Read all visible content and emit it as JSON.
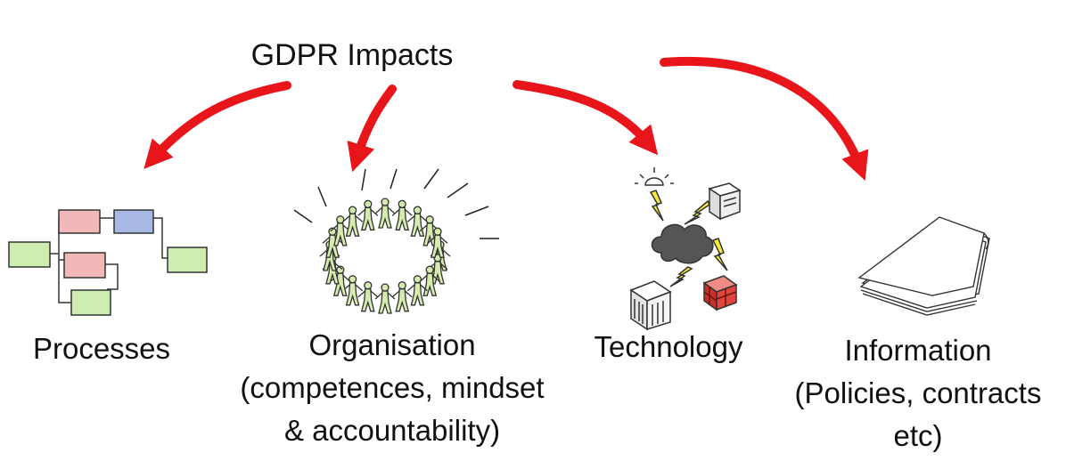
{
  "title": "GDPR Impacts",
  "items": [
    {
      "lines": [
        "Processes"
      ]
    },
    {
      "lines": [
        "Organisation",
        "(competences, mindset",
        "& accountability)"
      ]
    },
    {
      "lines": [
        "Technology"
      ]
    },
    {
      "lines": [
        "Information",
        "(Policies, contracts",
        "etc)"
      ]
    }
  ],
  "colors": {
    "arrow": "#e8151b",
    "process_green": "#cdeeb0",
    "process_red": "#f2b7b7",
    "process_blue": "#a9b9e6",
    "people": "#d6ecae",
    "firewall": "#e0453e",
    "lightning": "#f3ea3a",
    "cloud": "#555555"
  },
  "icons": [
    "process-flow-icon",
    "people-circle-icon",
    "network-technology-icon",
    "paper-stack-icon"
  ]
}
